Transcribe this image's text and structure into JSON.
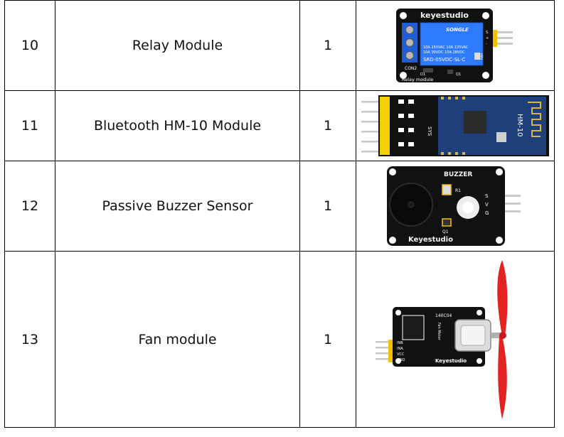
{
  "rows": [
    {
      "number": "10",
      "name": "Relay Module",
      "quantity": "1",
      "image": {
        "brand": "keyestudio",
        "relay_brand": "SONGLE",
        "relay_line1": "10A 250VAC  10A 125VAC",
        "relay_line2": "10A 30VDC   10A 28VDC",
        "relay_model": "SRD-05VDC-SL-C",
        "terminal_label": "CON2",
        "diode_label": "D1",
        "transistor_label": "Q1",
        "led_label": "PWR",
        "board_label": "Relay module",
        "pins": [
          "S",
          "+",
          "-"
        ]
      }
    },
    {
      "number": "11",
      "name": "Bluetooth HM-10 Module",
      "quantity": "1",
      "image": {
        "module_label": "HM-10",
        "side_label": "SYS"
      }
    },
    {
      "number": "12",
      "name": "Passive Buzzer Sensor",
      "quantity": "1",
      "image": {
        "title": "BUZZER",
        "brand": "Keyestudio",
        "resistor_label": "R1",
        "transistor_label": "Q1",
        "pins": [
          "S",
          "V",
          "G"
        ]
      }
    },
    {
      "number": "13",
      "name": "Fan module",
      "quantity": "1",
      "image": {
        "model": "140C04",
        "board_label": "Fan Motor",
        "brand": "Keyestudio",
        "pins": [
          "INB",
          "INA",
          "VCC",
          "GND"
        ]
      }
    }
  ]
}
